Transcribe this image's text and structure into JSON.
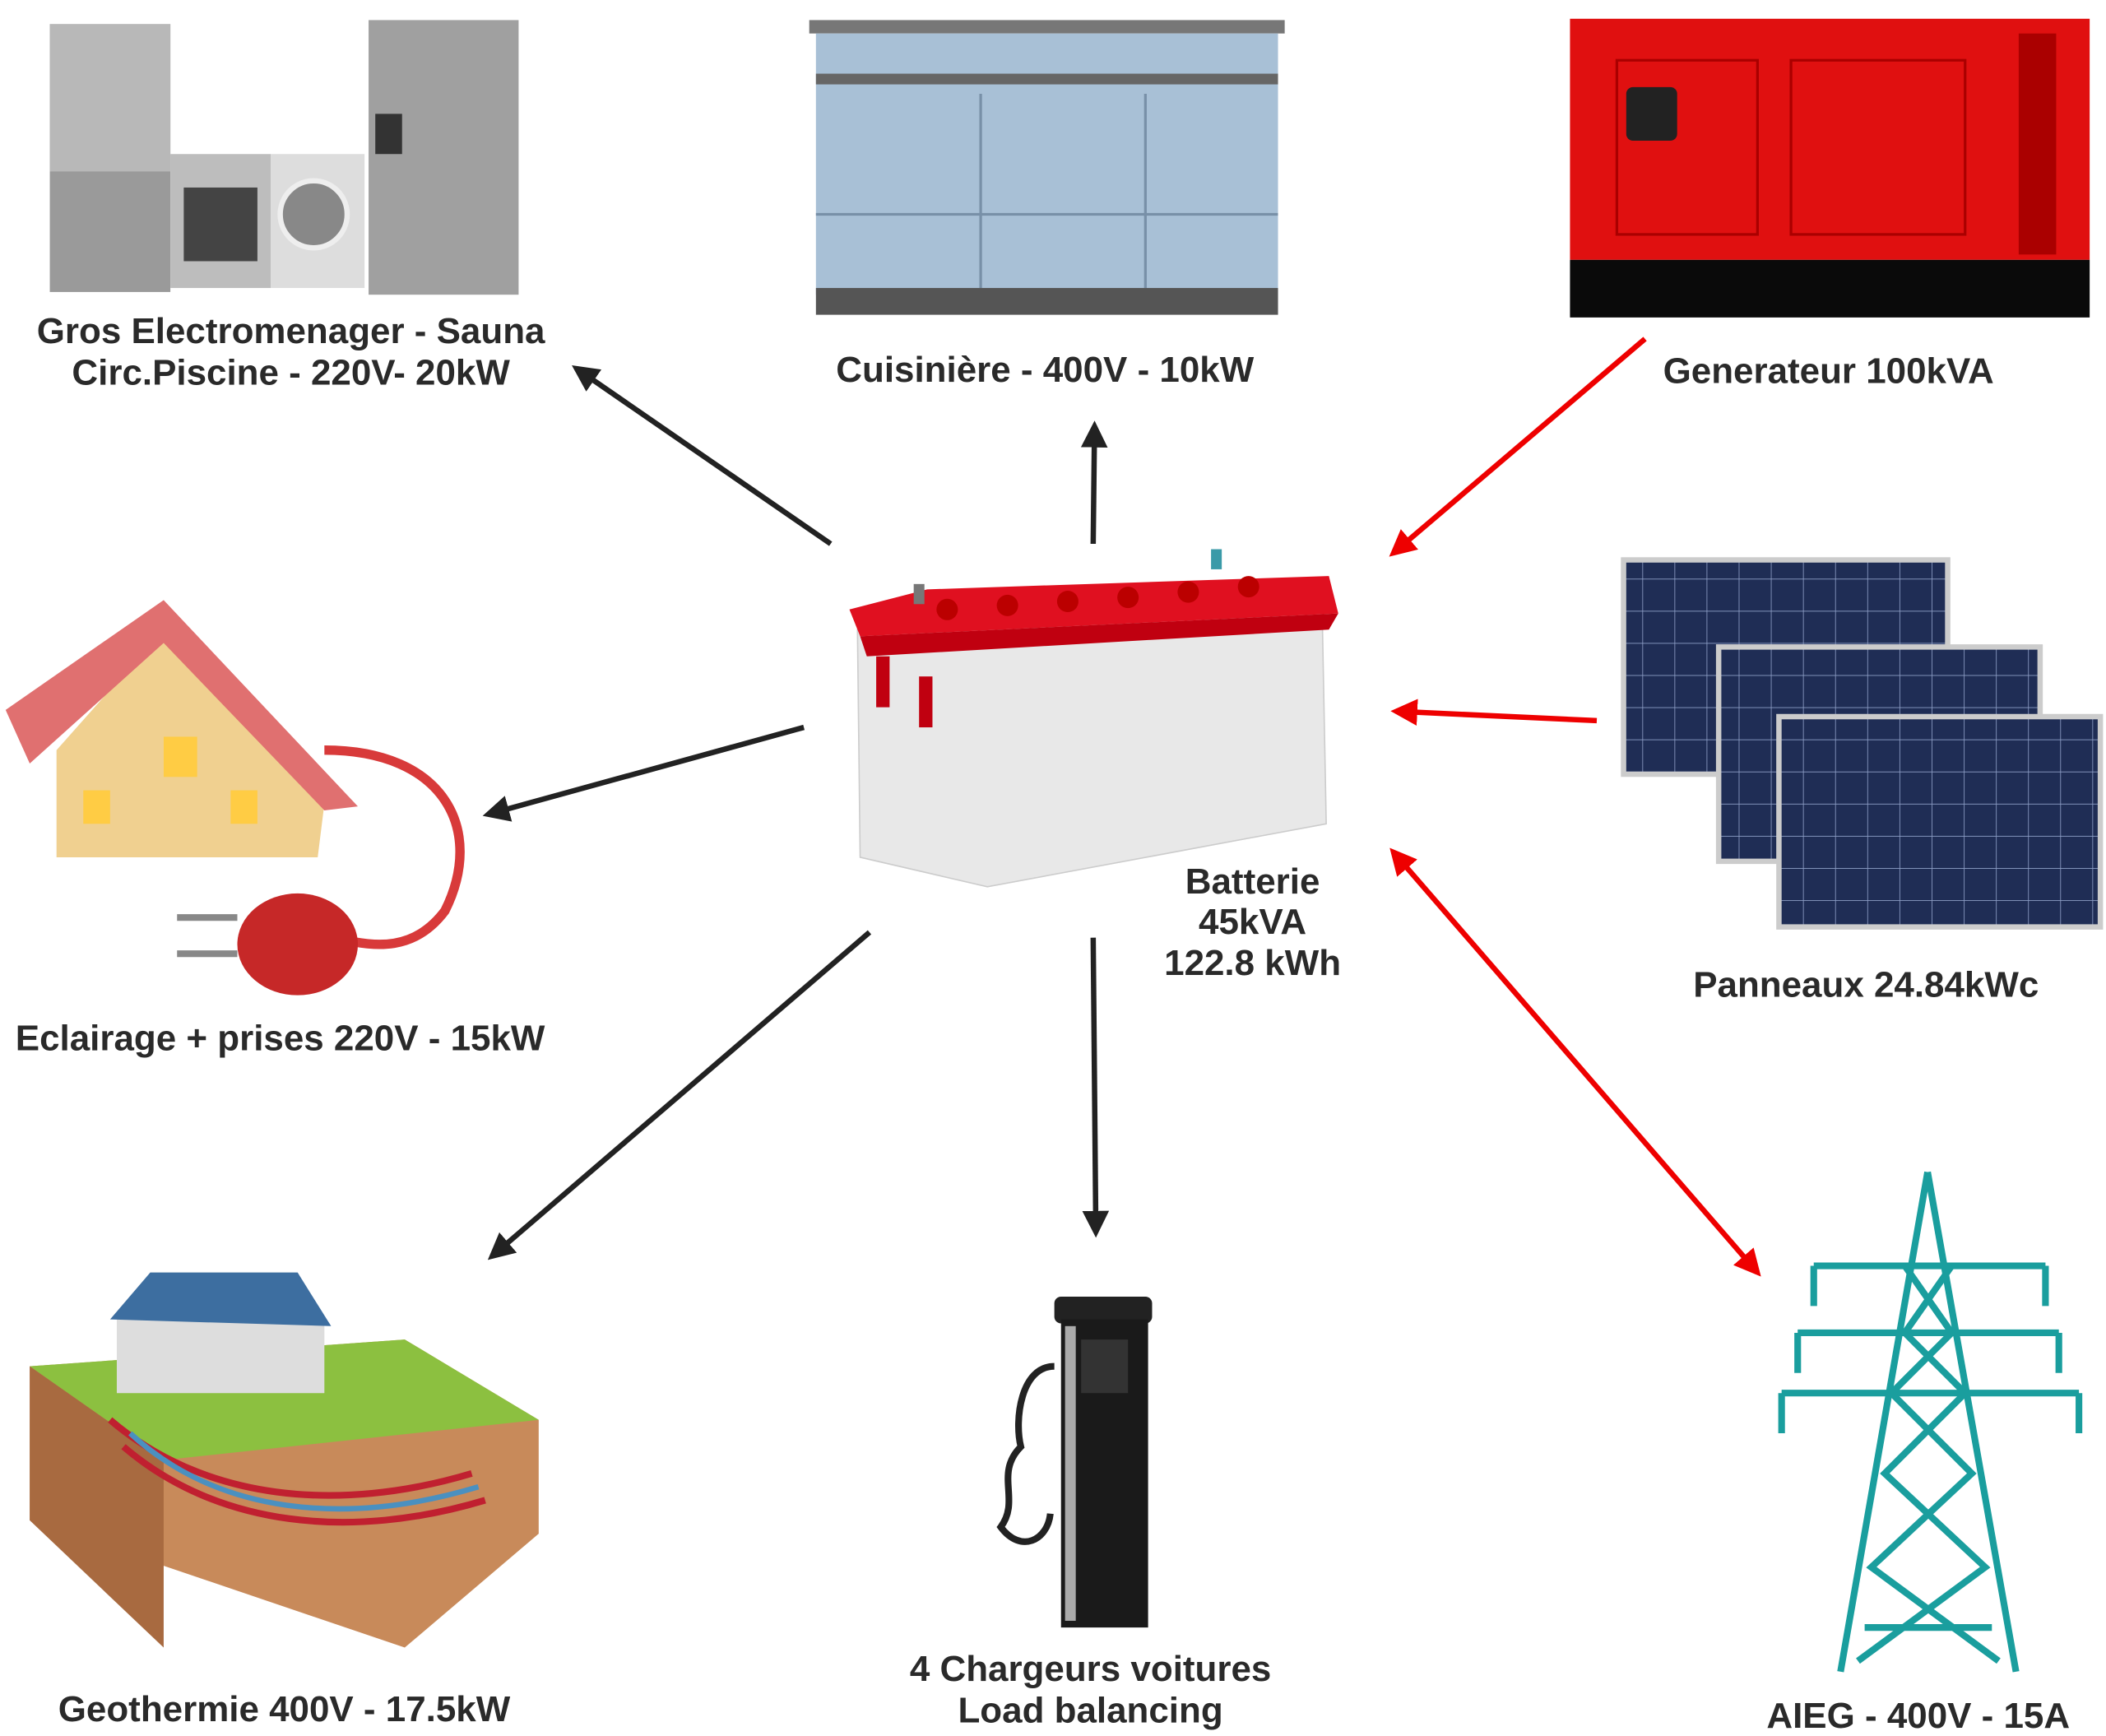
{
  "center": {
    "lines": [
      "Batterie",
      "45kVA",
      "122.8 kWh"
    ]
  },
  "nodes": {
    "appliances": {
      "lines": [
        "Gros Electromenager - Sauna",
        "Circ.Piscine - 220V- 20kW"
      ],
      "flow": "out"
    },
    "stove": {
      "lines": [
        "Cuisinière - 400V - 10kW"
      ],
      "flow": "out"
    },
    "generator": {
      "lines": [
        "Generateur 100kVA"
      ],
      "flow": "in"
    },
    "lighting": {
      "lines": [
        "Eclairage + prises 220V - 15kW"
      ],
      "flow": "out"
    },
    "solar": {
      "lines": [
        "Panneaux 24.84kWc"
      ],
      "flow": "in"
    },
    "geothermal": {
      "lines": [
        "Geothermie 400V - 17.5kW"
      ],
      "flow": "out"
    },
    "chargers": {
      "lines": [
        "4 Chargeurs voitures",
        "Load balancing"
      ],
      "flow": "out"
    },
    "grid": {
      "lines": [
        "AIEG - 400V - 15A"
      ],
      "flow": "bidirectional"
    }
  },
  "colors": {
    "consumer_arrow": "#222222",
    "source_arrow": "#ee0000",
    "pylon": "#1a9e9e",
    "generator": "#e01010"
  }
}
